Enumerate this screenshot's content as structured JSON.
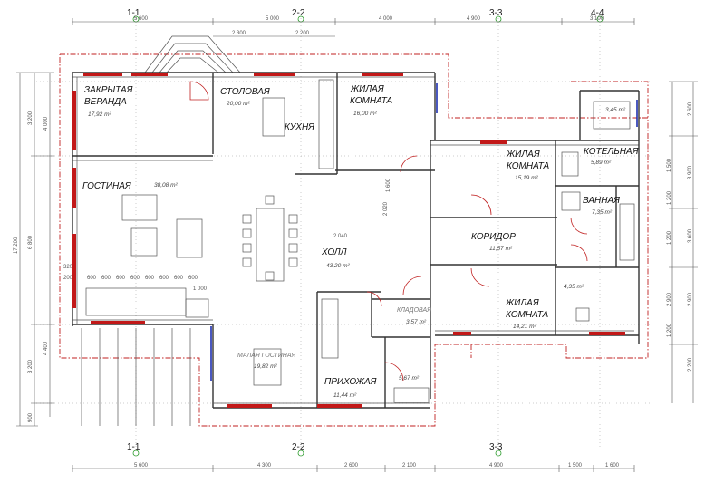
{
  "rooms": {
    "veranda_1": "ЗАКРЫТАЯ",
    "veranda_2": "ВЕРАНДА",
    "veranda_area": "17,92 m²",
    "dining": "СТОЛОВАЯ",
    "dining_area": "20,00 m²",
    "kitchen": "КУХНЯ",
    "bed1_1": "ЖИЛАЯ",
    "bed1_2": "КОМНАТА",
    "bed1_area": "16,00 m²",
    "bed2_1": "ЖИЛАЯ",
    "bed2_2": "КОМНАТА",
    "bed2_area": "15,19 m²",
    "boiler": "КОТЕЛЬНАЯ",
    "boiler_area": "5,89 m²",
    "boiler_small_area": "3,45 m²",
    "bath": "ВАННАЯ",
    "bath_area": "7,35 m²",
    "living": "ГОСТИНАЯ",
    "living_area": "38,08 m²",
    "hall": "ХОЛЛ",
    "hall_area": "43,20 m²",
    "corridor": "КОРИДОР",
    "corridor_area": "11,57 m²",
    "wc_area": "4,35 m²",
    "pantry": "КЛАДОВАЯ",
    "pantry_area": "3,57 m²",
    "bed3_1": "ЖИЛАЯ",
    "bed3_2": "КОМНАТА",
    "bed3_area": "14,21 m²",
    "small_living": "МАЛАЯ ГОСТИНАЯ",
    "small_living_area": "19,82 m²",
    "entry": "ПРИХОЖАЯ",
    "entry_area": "11,44 m²",
    "closet_area": "5,67 m²"
  },
  "axes": {
    "a1": "1-1",
    "a2": "2-2",
    "a3": "3-3",
    "a4": "4-4"
  },
  "dims_top": [
    "5 600",
    "5 000",
    "4 000",
    "4 900",
    "3 100"
  ],
  "dims_top_sub": [
    "2 300",
    "2 200"
  ],
  "dims_bottom": [
    "5 600",
    "4 300",
    "2 600",
    "2 100",
    "4 900",
    "1 500",
    "1 600"
  ],
  "dims_left_outer": "17 200",
  "dims_left_mid": [
    "3 200",
    "6 800",
    "3 200",
    "900"
  ],
  "dims_left_inner": [
    "4 000",
    "4 400"
  ],
  "dims_left_small": [
    "200",
    "320"
  ],
  "dims_right_outer": [
    "2 600",
    "3 900",
    "3 600",
    "2 900",
    "2 200"
  ],
  "dims_right_inner": [
    "1 500",
    "1 200",
    "1 200",
    "2 900",
    "1 200"
  ],
  "dims_inner": [
    "2 040",
    "2 020",
    "1 600",
    "1 000"
  ],
  "dims_row600": [
    "600",
    "600",
    "600",
    "600",
    "600",
    "600",
    "600",
    "600"
  ]
}
